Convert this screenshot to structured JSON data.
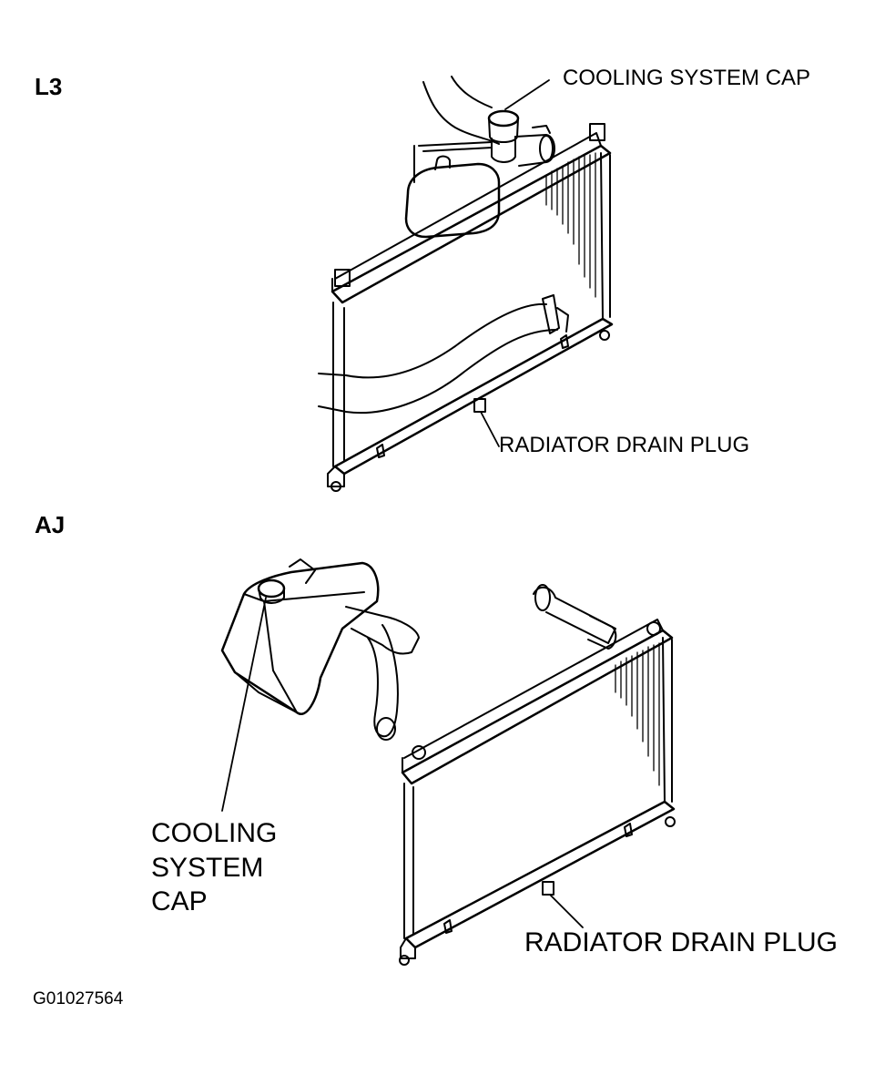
{
  "panels": {
    "l3": {
      "label": "L3",
      "cap_label": "COOLING SYSTEM CAP",
      "drain_label": "RADIATOR DRAIN PLUG"
    },
    "aj": {
      "label": "AJ",
      "cap_label_lines": [
        "COOLING",
        "SYSTEM",
        "CAP"
      ],
      "drain_label": "RADIATOR DRAIN PLUG"
    }
  },
  "figure_id": "G01027564"
}
